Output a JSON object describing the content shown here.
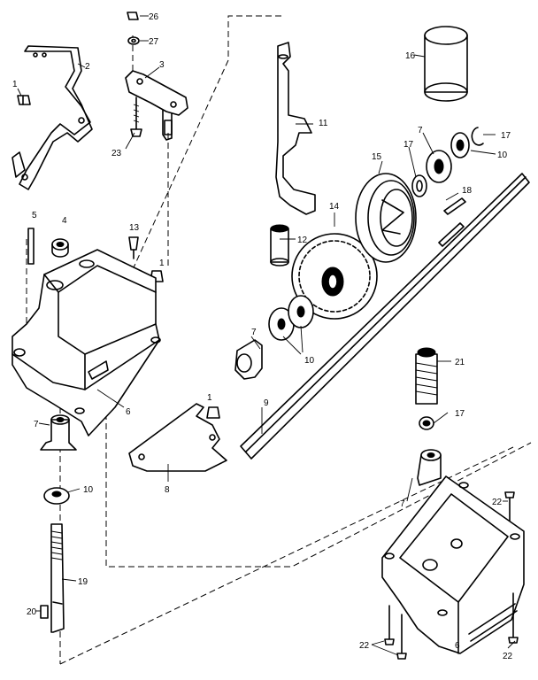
{
  "callouts": {
    "c1a": "1",
    "c1b": "1",
    "c1c": "1",
    "c2": "2",
    "c3": "3",
    "c4": "4",
    "c5": "5",
    "c6a": "6",
    "c6b": "6",
    "c7a": "7",
    "c7b": "7",
    "c7c": "7",
    "c7d": "7",
    "c8": "8",
    "c9": "9",
    "c10a": "10",
    "c10b": "10",
    "c10c": "10",
    "c11": "11",
    "c12": "12",
    "c13": "13",
    "c14": "14",
    "c15": "15",
    "c16": "16",
    "c17a": "17",
    "c17b": "17",
    "c17c": "17",
    "c18": "18",
    "c19": "19",
    "c20": "20",
    "c21": "21",
    "c22a": "22",
    "c22b": "22",
    "c22c": "22",
    "c23": "23",
    "c26": "26",
    "c27": "27"
  }
}
